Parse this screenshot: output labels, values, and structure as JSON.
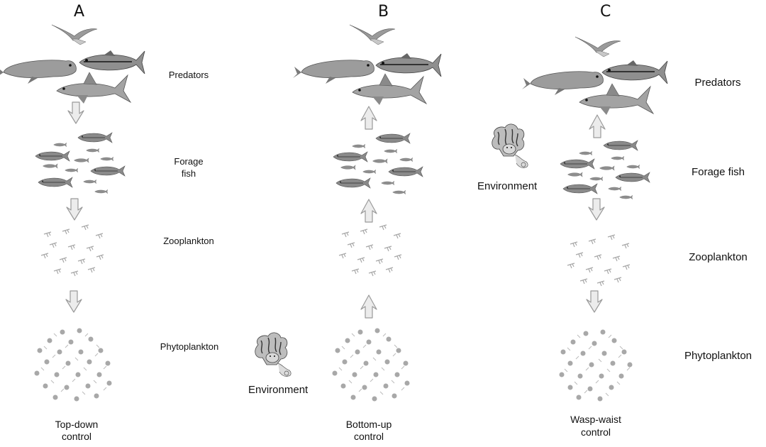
{
  "panels": [
    {
      "letter": "A",
      "labels": {
        "predators": "Predators",
        "forage_line1": "Forage",
        "forage_line2": "fish",
        "zooplankton": "Zooplankton",
        "phytoplankton": "Phytoplankton"
      },
      "caption_line1": "Top-down",
      "caption_line2": "control",
      "arrow_direction": "down"
    },
    {
      "letter": "B",
      "environment_label": "Environment",
      "caption_line1": "Bottom-up",
      "caption_line2": "control",
      "arrow_direction": "up"
    },
    {
      "letter": "C",
      "labels": {
        "predators": "Predators",
        "forage": "Forage fish",
        "zooplankton": "Zooplankton",
        "phytoplankton": "Phytoplankton"
      },
      "environment_label": "Environment",
      "caption_line1": "Wasp-waist",
      "caption_line2": "control",
      "arrow_direction": "mixed"
    }
  ],
  "colors": {
    "ink": "#111111",
    "fish": "#8a8a8a",
    "arrow_fill": "#ececec",
    "arrow_stroke": "#9a9a9a",
    "plankton": "#a8a8a8"
  }
}
